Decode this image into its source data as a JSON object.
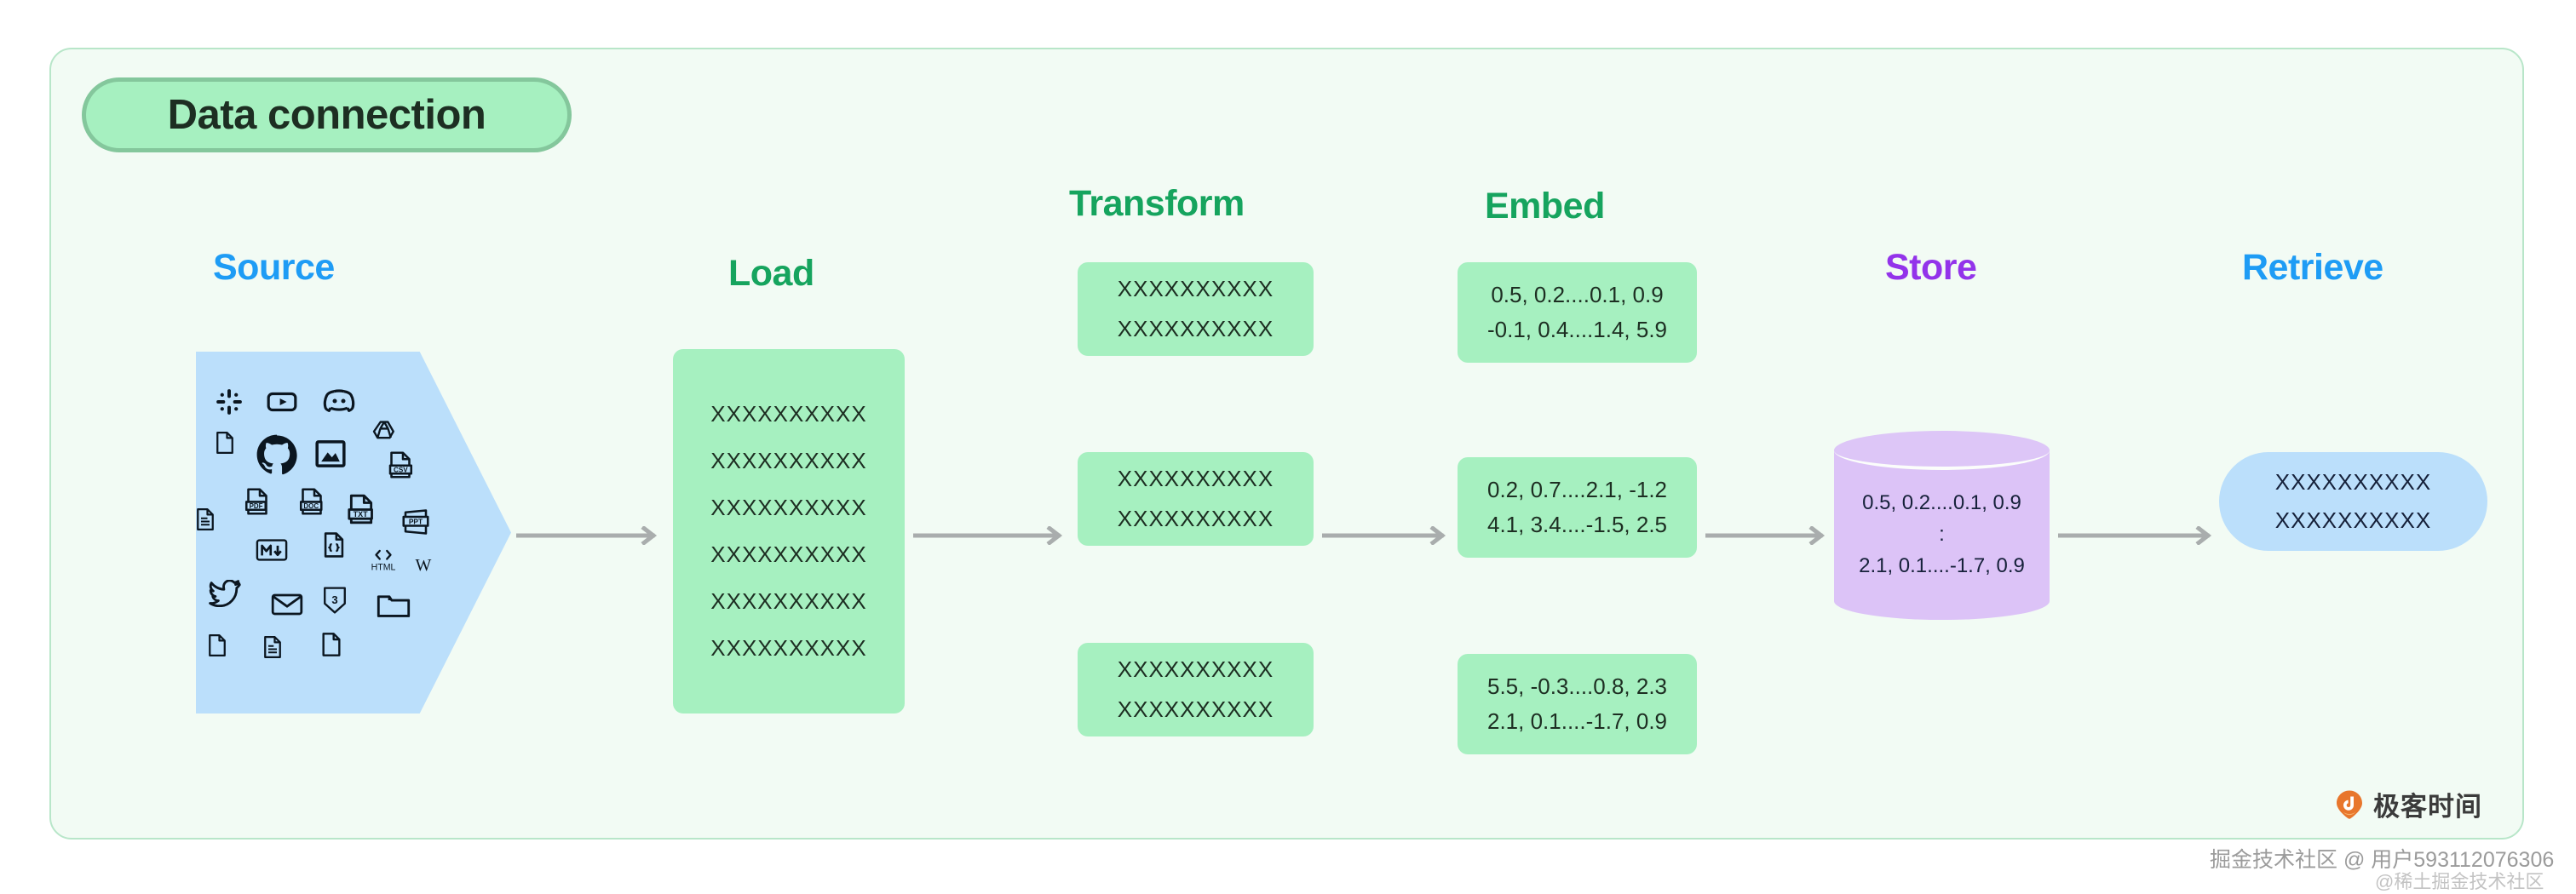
{
  "diagram": {
    "badge_label": "Data connection",
    "stages": [
      {
        "key": "source",
        "label": "Source",
        "color": "#1e9cf5"
      },
      {
        "key": "load",
        "label": "Load",
        "color": "#16a45e"
      },
      {
        "key": "transform",
        "label": "Transform",
        "color": "#16a45e"
      },
      {
        "key": "embed",
        "label": "Embed",
        "color": "#16a45e"
      },
      {
        "key": "store",
        "label": "Store",
        "color": "#9333ea"
      },
      {
        "key": "retrieve",
        "label": "Retrieve",
        "color": "#1e9cf5"
      }
    ],
    "source": {
      "icons": [
        "slack-icon",
        "youtube-icon",
        "discord-icon",
        "file-blank-icon",
        "github-icon",
        "image-icon",
        "google-drive-icon",
        "csv-file-icon",
        "document-lines-icon",
        "pdf-file-icon",
        "doc-file-icon",
        "txt-file-icon",
        "ppt-file-icon",
        "markdown-icon",
        "json-code-file-icon",
        "html-icon",
        "wikipedia-icon",
        "twitter-icon",
        "email-icon",
        "css3-icon",
        "folder-icon",
        "file-blank-icon",
        "document-lines-icon",
        "file-blank-icon"
      ]
    },
    "load": {
      "rows": [
        "XXXXXXXXXX",
        "XXXXXXXXXX",
        "XXXXXXXXXX",
        "XXXXXXXXXX",
        "XXXXXXXXXX",
        "XXXXXXXXXX"
      ]
    },
    "transform": {
      "cards": [
        {
          "rows": [
            "XXXXXXXXXX",
            "XXXXXXXXXX"
          ]
        },
        {
          "rows": [
            "XXXXXXXXXX",
            "XXXXXXXXXX"
          ]
        },
        {
          "rows": [
            "XXXXXXXXXX",
            "XXXXXXXXXX"
          ]
        }
      ]
    },
    "embed": {
      "cards": [
        {
          "rows": [
            "0.5, 0.2....0.1, 0.9",
            "-0.1, 0.4....1.4, 5.9"
          ]
        },
        {
          "rows": [
            "0.2, 0.7....2.1, -1.2",
            "4.1, 3.4....-1.5, 2.5"
          ]
        },
        {
          "rows": [
            "5.5, -0.3....0.8, 2.3",
            "2.1, 0.1....-1.7, 0.9"
          ]
        }
      ]
    },
    "store": {
      "rows": [
        "0.5, 0.2....0.1, 0.9",
        ":",
        "2.1, 0.1....-1.7, 0.9"
      ]
    },
    "retrieve": {
      "rows": [
        "XXXXXXXXXX",
        "XXXXXXXXXX"
      ]
    },
    "arrows": [
      {
        "name": "arrow-source-to-load"
      },
      {
        "name": "arrow-load-to-transform"
      },
      {
        "name": "arrow-transform-to-embed"
      },
      {
        "name": "arrow-embed-to-store"
      },
      {
        "name": "arrow-store-to-retrieve"
      }
    ],
    "colors": {
      "frame_bg": "#f2fbf4",
      "frame_border": "#b8e6c9",
      "green_card": "#a6f0c0",
      "blue_shape": "#bbdffb",
      "purple_cylinder": "#dcc3f7",
      "arrow": "#a9adad"
    }
  },
  "watermark": {
    "brand": "极客时间",
    "user_line": "掘金技术社区 @ 用户593112076306",
    "community_line": "@稀土掘金技术社区"
  }
}
